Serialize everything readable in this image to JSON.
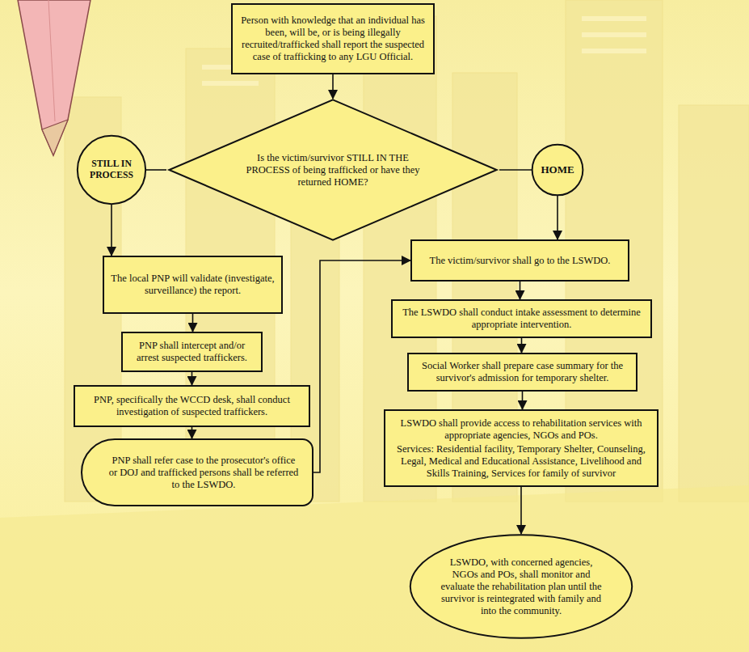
{
  "diagram": {
    "nodes": [
      {
        "text": [
          "Person with knowledge that an individual has been, will be, or is being illegally recruited/trafficked shall report the suspected case of trafficking to any LGU Official."
        ]
      },
      {
        "text": [
          "Is the victim/survivor STILL IN THE PROCESS of being trafficked or have they returned HOME?"
        ]
      },
      {
        "text": [
          "STILL IN PROCESS"
        ]
      },
      {
        "text": [
          "HOME"
        ]
      },
      {
        "text": [
          "The local PNP will validate (investigate, surveillance) the report."
        ]
      },
      {
        "text": [
          "PNP shall intercept and/or arrest suspected traffickers."
        ]
      },
      {
        "text": [
          "PNP, specifically the WCCD desk, shall conduct investigation of suspected traffickers."
        ]
      },
      {
        "text": [
          "PNP shall refer case to the prosecutor's office or DOJ and trafficked persons shall be referred to the LSWDO."
        ]
      },
      {
        "text": [
          "The victim/survivor shall go to the LSWDO."
        ]
      },
      {
        "text": [
          "The LSWDO shall conduct intake assessment to determine appropriate intervention."
        ]
      },
      {
        "text": [
          "Social Worker shall prepare case summary for the survivor's admission for temporary shelter."
        ]
      },
      {
        "text": [
          "LSWDO shall provide access to rehabilitation services with appropriate agencies, NGOs and POs.",
          "Services: Residential facility, Temporary Shelter, Counseling, Legal, Medical and Educational Assistance, Livelihood and Skills Training, Services for family of survivor"
        ]
      },
      {
        "text": [
          "LSWDO, with concerned agencies, NGOs and POs, shall monitor and evaluate the rehabilitation plan until the survivor is reintegrated with family and into the community."
        ]
      }
    ],
    "edges": [
      {
        "from": 0,
        "to": 1,
        "arrow": "to"
      },
      {
        "from": 1,
        "to": 2,
        "arrow": "none"
      },
      {
        "from": 1,
        "to": 3,
        "arrow": "none"
      },
      {
        "from": 2,
        "to": 4,
        "arrow": "to"
      },
      {
        "from": 4,
        "to": 5,
        "arrow": "to"
      },
      {
        "from": 5,
        "to": 6,
        "arrow": "to"
      },
      {
        "from": 6,
        "to": 7,
        "arrow": "to"
      },
      {
        "from": 7,
        "to": 8,
        "arrow": "to"
      },
      {
        "from": 3,
        "to": 8,
        "arrow": "to"
      },
      {
        "from": 8,
        "to": 9,
        "arrow": "to"
      },
      {
        "from": 9,
        "to": 10,
        "arrow": "to"
      },
      {
        "from": 10,
        "to": 11,
        "arrow": "to"
      },
      {
        "from": 11,
        "to": 12,
        "arrow": "to"
      }
    ]
  }
}
